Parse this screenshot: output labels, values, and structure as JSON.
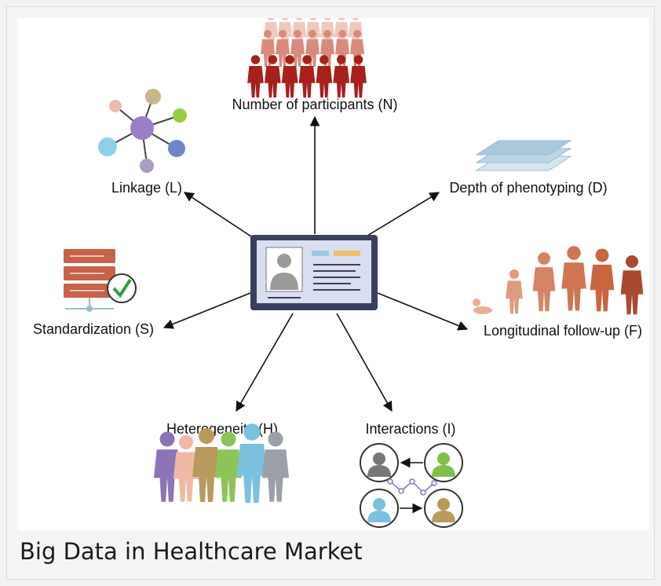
{
  "caption": "Big Data in Healthcare Market",
  "diagram": {
    "center": "health-record-icon",
    "labels": {
      "participants": "Number of participants (N)",
      "linkage": "Linkage (L)",
      "depth": "Depth of phenotyping (D)",
      "standardization": "Standardization (S)",
      "longitudinal": "Longitudinal follow-up (F)",
      "heterogeneity": "Heterogeneity (H)",
      "interactions": "Interactions (I)"
    }
  },
  "colors": {
    "participants": "#a8201a",
    "frame": "#3a3f5c",
    "screen": "#d9dff0",
    "standardization": "#c9624a",
    "check": "#2e9e3a",
    "longitudinal": "#c9653f"
  }
}
